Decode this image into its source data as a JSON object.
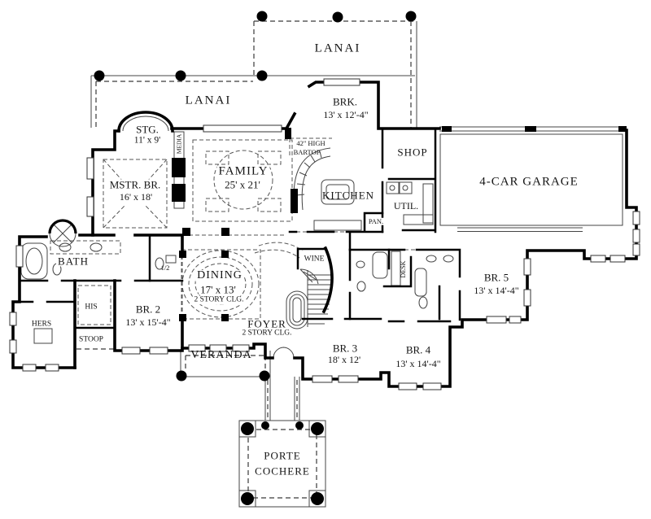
{
  "plan": {
    "outdoor": {
      "lanai_top": "LANAI",
      "lanai_left": "LANAI",
      "veranda": "VERANDA",
      "stoop": "STOOP",
      "porte_cochere_line1": "PORTE",
      "porte_cochere_line2": "COCHERE"
    },
    "rooms": {
      "family": {
        "name": "FAMILY",
        "dims": "25' x 21'"
      },
      "mstr": {
        "name": "MSTR. BR.",
        "dims": "16' x 18'"
      },
      "stg": {
        "name": "STG.",
        "dims": "11' x 9'"
      },
      "brk": {
        "name": "BRK.",
        "dims": "13' x 12'-4\""
      },
      "kitchen": {
        "name": "KITCHEN"
      },
      "shop": {
        "name": "SHOP"
      },
      "garage": {
        "name": "4-CAR GARAGE"
      },
      "util": {
        "name": "UTIL."
      },
      "pan": {
        "name": "PAN."
      },
      "media": {
        "name": "MEDIA"
      },
      "bath": {
        "name": "BATH"
      },
      "half_bath": {
        "name": "1/2"
      },
      "dining": {
        "name": "DINING",
        "dims": "17' x 13'",
        "ceiling": "2 STORY CLG."
      },
      "foyer": {
        "name": "FOYER",
        "ceiling": "2 STORY CLG."
      },
      "wine": {
        "name": "WINE"
      },
      "desk": {
        "name": "DESK"
      },
      "his": {
        "name": "HIS"
      },
      "hers": {
        "name": "HERS"
      },
      "br2": {
        "name": "BR. 2",
        "dims": "13' x 15'-4\""
      },
      "br3": {
        "name": "BR. 3",
        "dims": "18' x 12'"
      },
      "br4": {
        "name": "BR. 4",
        "dims": "13' x 14'-4\""
      },
      "br5": {
        "name": "BR. 5",
        "dims": "13' x 14'-4\""
      }
    },
    "annotations": {
      "bartop_line1": "42\" HIGH",
      "bartop_line2": "BARTOP"
    },
    "colors": {
      "line": "#000000",
      "background": "#ffffff"
    }
  }
}
